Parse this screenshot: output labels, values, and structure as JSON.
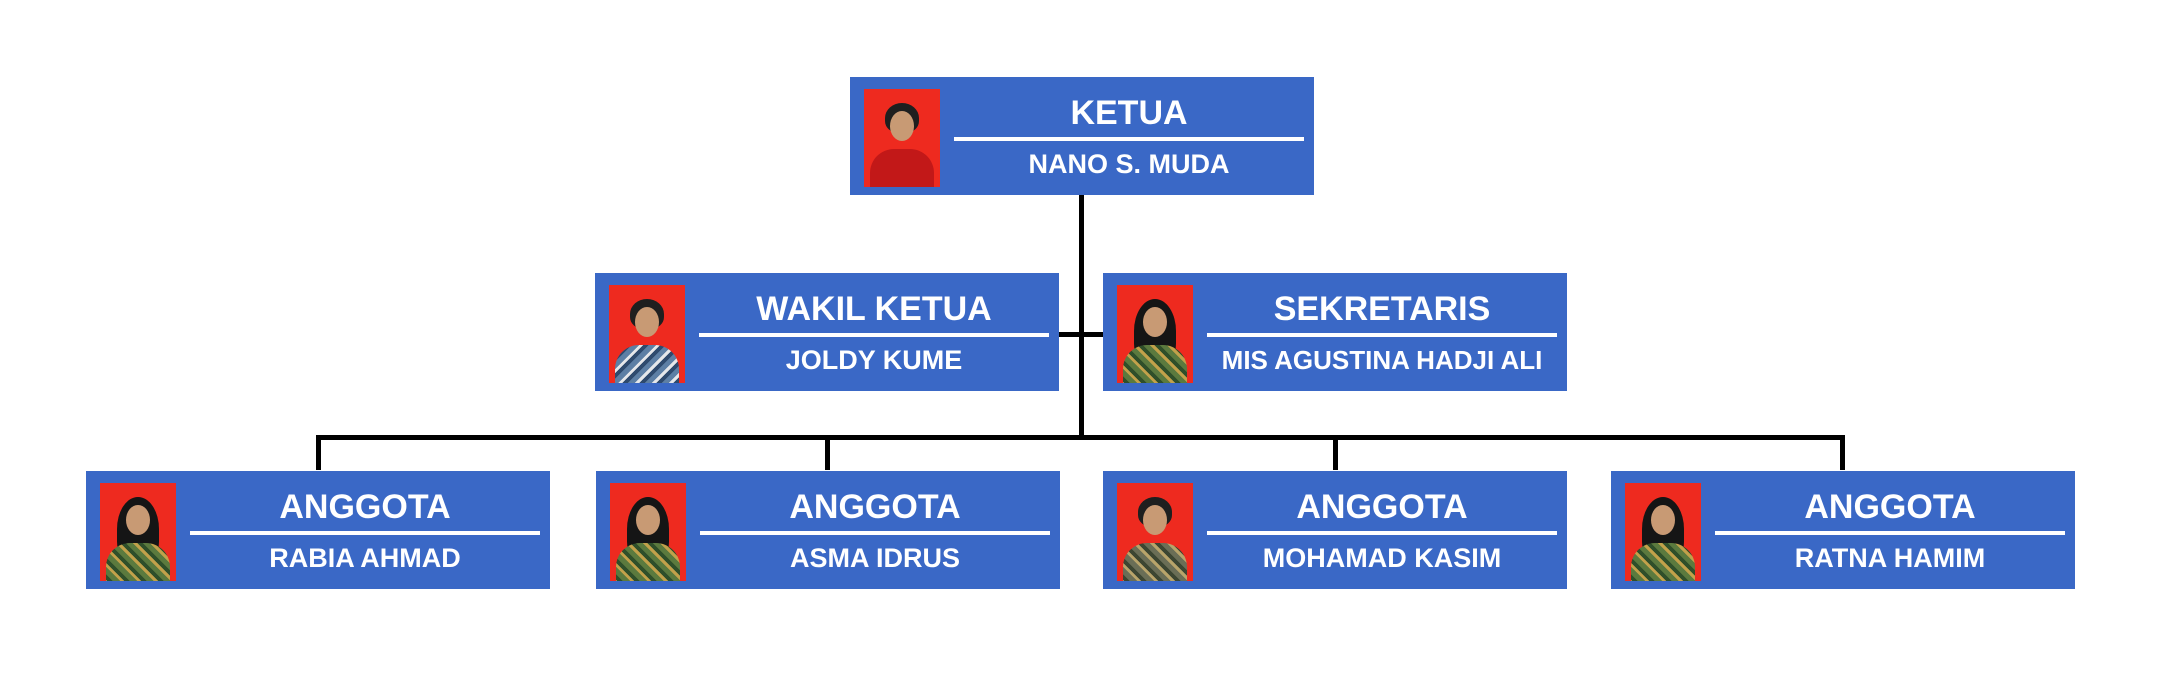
{
  "chart": {
    "head": {
      "role": "KETUA",
      "name": "NANO S. MUDA"
    },
    "deputy": {
      "role": "WAKIL KETUA",
      "name": "JOLDY KUME"
    },
    "secretary": {
      "role": "SEKRETARIS",
      "name": "MIS AGUSTINA HADJI ALI"
    },
    "members": [
      {
        "role": "ANGGOTA",
        "name": "RABIA AHMAD"
      },
      {
        "role": "ANGGOTA",
        "name": "ASMA IDRUS"
      },
      {
        "role": "ANGGOTA",
        "name": "MOHAMAD KASIM"
      },
      {
        "role": "ANGGOTA",
        "name": "RATNA HAMIM"
      }
    ]
  },
  "colors": {
    "box_fill": "#3a68c6",
    "photo_background": "#ee2a1f",
    "connector": "#000000",
    "text": "#ffffff"
  }
}
